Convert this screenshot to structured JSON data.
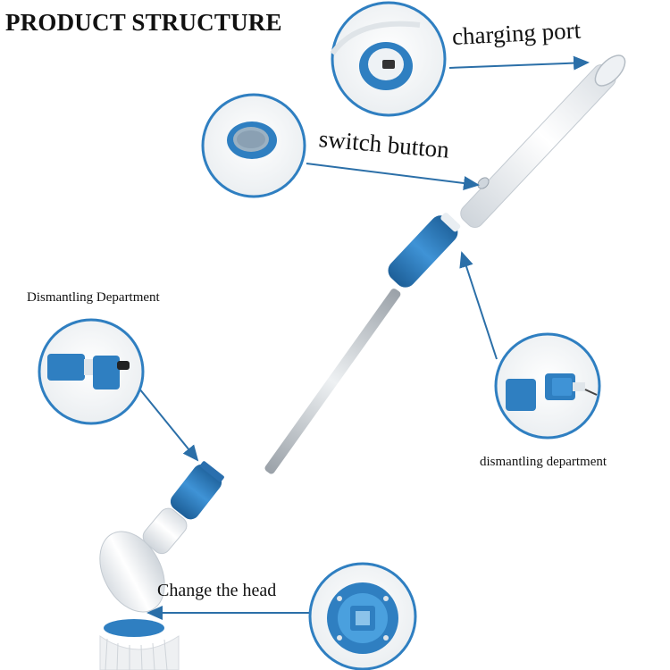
{
  "title": "PRODUCT STRUCTURE",
  "callouts": {
    "charging_port": "charging port",
    "switch_button": "switch button",
    "dismantling_upper": "Dismantling Department",
    "dismantling_lower": "dismantling department",
    "change_head": "Change the head"
  },
  "colors": {
    "accent_blue": "#2f7fc1",
    "handle_white": "#f4f6f8",
    "rod_silver": "#c9ced3",
    "arrow": "#2b6fa8",
    "bristle": "#eef0f2"
  }
}
